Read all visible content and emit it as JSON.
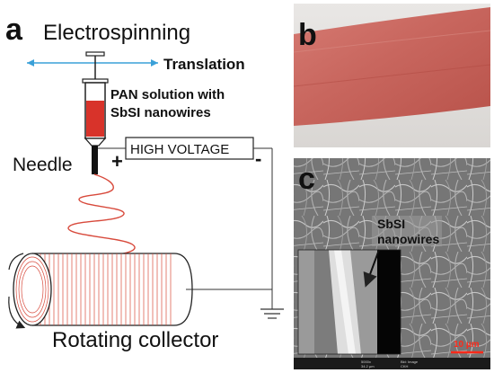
{
  "panel_a": {
    "label": "a",
    "title": "Electrospinning",
    "translation_label": "Translation",
    "solution_label_line1": "PAN solution with",
    "solution_label_line2": "SbSI nanowires",
    "needle_label": "Needle",
    "voltage_label": "HIGH VOLTAGE",
    "plus_sign": "+",
    "minus_sign": "-",
    "collector_label": "Rotating collector"
  },
  "panel_b": {
    "label": "b"
  },
  "panel_c": {
    "label": "c",
    "annotation_line1": "SbSI",
    "annotation_line2": "nanowires",
    "scale_bar_label": "10 µm",
    "sem_info": [
      "5000x",
      "34.2 µm",
      "Bkt: Image",
      "CKH"
    ]
  },
  "colors": {
    "fiber_red": "#d84a3c",
    "solution_red": "#d8332a",
    "arrow_blue": "#3aa0d8",
    "film_pink": "#c8665e",
    "sem_gray": "#8a8a8a",
    "scale_bar_red": "#ff2a1a"
  }
}
